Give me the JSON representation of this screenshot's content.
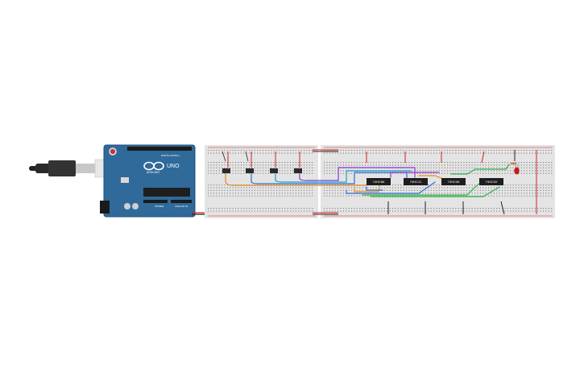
{
  "arduino": {
    "model": "UNO",
    "brand": "ARDUINO",
    "digital_label": "DIGITAL (PWM~)",
    "power_label": "POWER",
    "analog_label": "ANALOG IN",
    "color": "#2f6a9a"
  },
  "chips": [
    {
      "label": "74HC86"
    },
    {
      "label": "74HC11"
    },
    {
      "label": "74HC08"
    },
    {
      "label": "74HC32"
    }
  ],
  "components": {
    "push_buttons": 4,
    "led_color": "red"
  },
  "colors": {
    "breadboard": "#e4e4e4",
    "rail_red": "#d62020",
    "rail_black": "#222222",
    "wire_orange": "#e88a1a",
    "wire_blue": "#2a6fd6",
    "wire_purple": "#8a3ad6",
    "wire_green": "#2fb34a",
    "wire_cyan": "#1aa0c8"
  }
}
